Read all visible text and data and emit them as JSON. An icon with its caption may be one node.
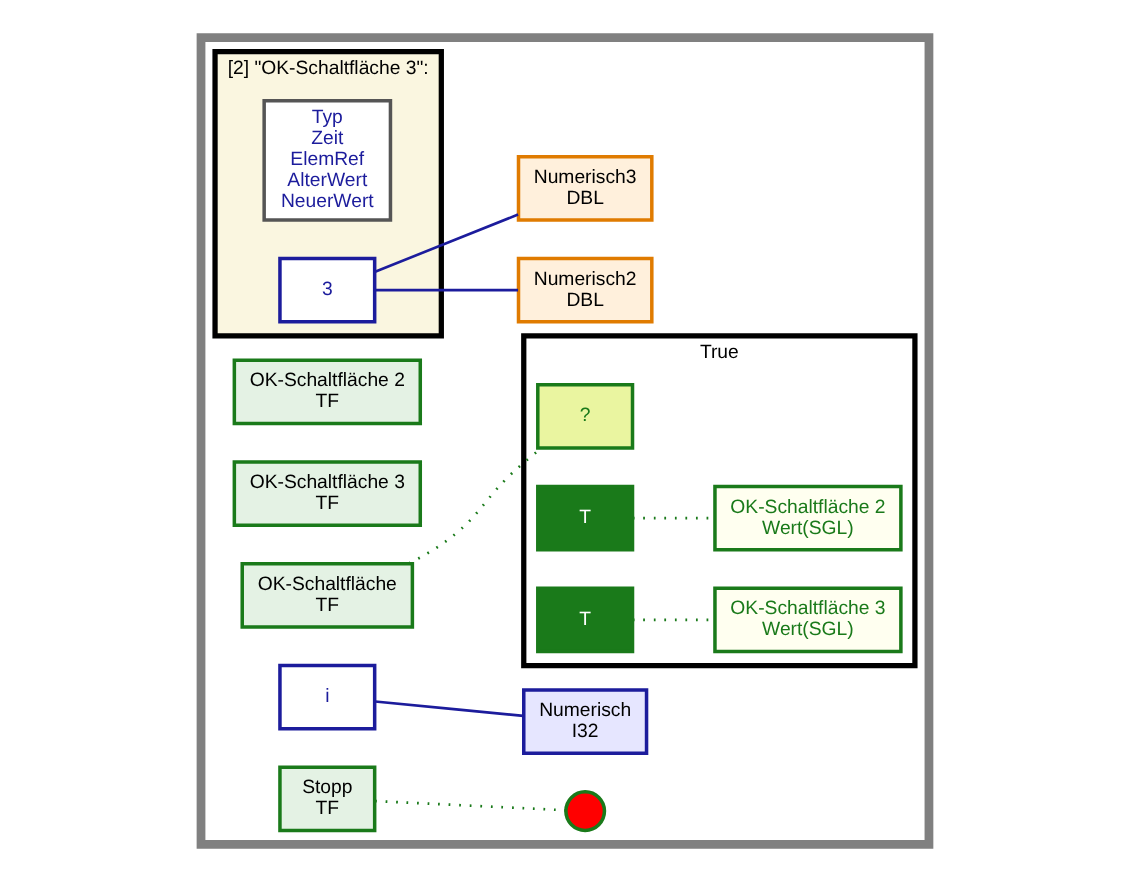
{
  "diagram": {
    "nodes": [
      {
        "text": [],
        "shape": "box"
      },
      {
        "text": [
          "OK-Schaltfläche 2",
          "TF"
        ],
        "in": 0
      },
      {
        "text": [
          "OK-Schaltfläche 3",
          "TF"
        ],
        "in": 0
      },
      {
        "text": [
          "OK-Schaltfläche",
          "TF"
        ],
        "in": 0
      },
      {
        "text": [
          "True"
        ],
        "in": 0
      },
      {
        "text": [
          "?"
        ],
        "in": 4
      },
      {
        "text": [
          "T"
        ],
        "in": 4
      },
      {
        "text": [
          "OK-Schaltfläche 2",
          "Wert(SGL)"
        ],
        "in": 4
      },
      {
        "text": [
          "T"
        ],
        "in": 4
      },
      {
        "text": [
          "OK-Schaltfläche 3",
          "Wert(SGL)"
        ],
        "in": 4
      },
      {
        "text": [
          "[2] \"OK-Schaltfläche 3\":"
        ],
        "in": 0
      },
      {
        "text": [
          "Typ",
          "Zeit",
          "ElemRef",
          "AlterWert",
          "NeuerWert"
        ],
        "in": 10
      },
      {
        "text": [
          "3"
        ],
        "in": 10
      },
      {
        "text": [
          "Numerisch2",
          "DBL"
        ],
        "in": 0
      },
      {
        "text": [
          "Numerisch3",
          "DBL"
        ],
        "in": 0
      },
      {
        "text": [
          "i"
        ],
        "in": 0
      },
      {
        "text": [
          "Numerisch",
          "I32"
        ],
        "in": 0
      },
      {
        "text": [
          "Stopp",
          "TF"
        ],
        "in": 0
      },
      {
        "text": [],
        "shape": "circle",
        "in": 0
      }
    ],
    "edges": [
      {
        "from": 3,
        "to": 5,
        "arrow": "none",
        "style": "dashed",
        "color": "#1a7a1a"
      },
      {
        "from": 6,
        "to": 7,
        "arrow": "none",
        "style": "dashed",
        "color": "#1a7a1a"
      },
      {
        "from": 8,
        "to": 9,
        "arrow": "none",
        "style": "dashed",
        "color": "#1a7a1a"
      },
      {
        "from": 12,
        "to": 13,
        "arrow": "none",
        "color": "#1c1c9c"
      },
      {
        "from": 12,
        "to": 14,
        "arrow": "none",
        "color": "#1c1c9c"
      },
      {
        "from": 15,
        "to": 16,
        "arrow": "none",
        "color": "#1c1c9c"
      },
      {
        "from": 17,
        "to": 18,
        "arrow": "none",
        "style": "dashed",
        "color": "#1a7a1a"
      }
    ]
  }
}
